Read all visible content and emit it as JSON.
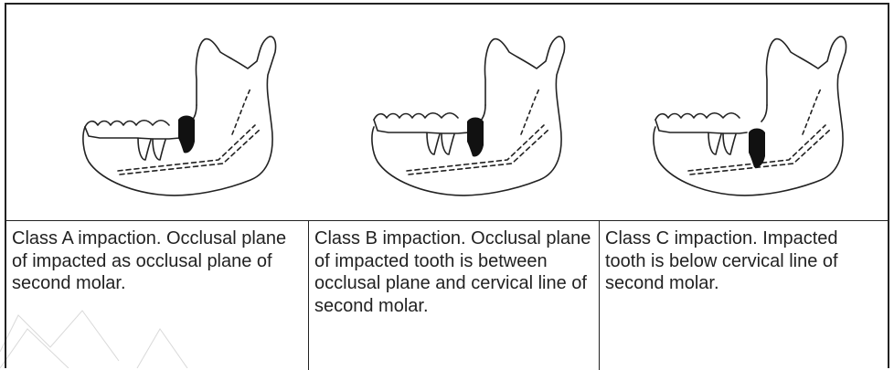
{
  "panels": [
    {
      "class": "A",
      "caption": "Class A impaction. Occlusal plane of impacted as occlusal plane of second molar."
    },
    {
      "class": "B",
      "caption": "Class B impaction. Occlusal plane of impacted tooth is between occlusal plane and cervical line of second molar."
    },
    {
      "class": "C",
      "caption": "Class C impaction. Impacted tooth is below cervical line of second molar."
    }
  ],
  "colors": {
    "line": "#222222",
    "tooth_fill": "#111111",
    "watermark": "#d9d9d9"
  }
}
